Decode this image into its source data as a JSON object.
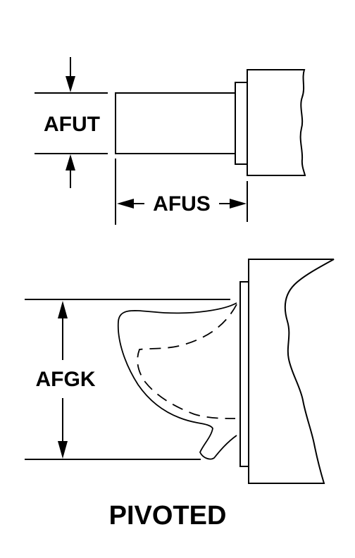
{
  "labels": {
    "thickness": "AFUT",
    "shank_length": "AFUS",
    "height": "AFGK",
    "caption": "PIVOTED"
  }
}
